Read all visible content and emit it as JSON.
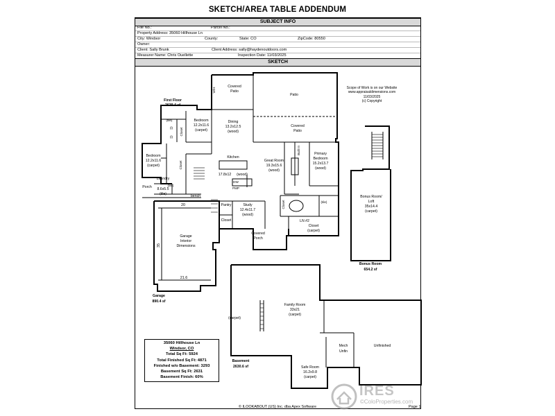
{
  "title": "SKETCH/AREA TABLE ADDENDUM",
  "subject_header": "SUBJECT INFO",
  "sketch_header": "SKETCH",
  "subject": {
    "file_no": "File No.:",
    "parcel_no": "Parcel No.:",
    "property_address": "Property Address: 35060 Hillhouse Ln",
    "city": "City: Windsor",
    "county": "County:",
    "state": "State: CO",
    "zip": "ZipCode: 80550",
    "owner": "Owner:",
    "client": "Client: Sally Brunk",
    "client_address": "Client Address: sally@haydenoutdoors.com",
    "measurer": "Measurer Name: Chris Ouellette",
    "inspection_date": "Inspection Date: 11/03/2025"
  },
  "scope_note": [
    "Scope of Work is on our Website",
    "www.appraisaldimensions.com",
    "11/03/2025",
    "(c) Copyright"
  ],
  "floor_labels": {
    "first_floor": [
      "First Floor",
      "2639.4 sf"
    ],
    "garage": [
      "Garage",
      "890.4 sf"
    ],
    "bonus": [
      "Bonus Room",
      "654.2 sf"
    ],
    "basement": [
      "Basement",
      "2630.6 sf"
    ]
  },
  "rooms": {
    "covered_patio_1": [
      "Covered",
      "Patio"
    ],
    "patio": [
      "Patio"
    ],
    "covered_patio_2": [
      "Covered",
      "Patio"
    ],
    "bedroom_1": [
      "Bedroom",
      "12.2x11.6",
      "(carpet)"
    ],
    "dining": [
      "Dining",
      "13.2x12.5",
      "(wood)"
    ],
    "bedroom_2": [
      "Bedroom",
      "12.2x11.6",
      "(carpet)"
    ],
    "kitchen": [
      "Kitchen",
      "17.8x12",
      "(wood)"
    ],
    "great_room": [
      "Great Room",
      "19.3x15.6",
      "(wood)"
    ],
    "primary_bedroom": [
      "Primary",
      "Bedroom",
      "15.2x13.7",
      "(wood)"
    ],
    "laundry": [
      "Laundry"
    ],
    "porch": [
      "Porch"
    ],
    "porch_dim": [
      "8.6x5.5",
      "(tile)"
    ],
    "bench": [
      "bench"
    ],
    "pantry": [
      "Pantry"
    ],
    "study": [
      "Study",
      "12.4x11.7",
      "(wood)"
    ],
    "closet_pantry": [
      "Closet"
    ],
    "ln2": [
      "LN #2"
    ],
    "closet_primary": [
      "Closet",
      "(carpet)"
    ],
    "covered_porch": [
      "Covered",
      "Porch"
    ],
    "garage": [
      "Garage",
      "Interior",
      "Dimensions"
    ],
    "bonus_room": [
      "Bonus Room/",
      "Loft",
      "35x14.4",
      "(carpet)"
    ],
    "family_room": [
      "Family Room",
      "33x21",
      "(carpet)"
    ],
    "basement_carpet": [
      "(carpet)"
    ],
    "mech": [
      "Mech",
      "Unfin"
    ],
    "unfinished": [
      "Unfinished"
    ],
    "safe_room": [
      "Safe Room",
      "16.2x9.8",
      "(carpet)"
    ]
  },
  "small_labels": {
    "tile_1": "(tile)",
    "tile_2": "(tile)",
    "tile_3": "(tile)",
    "closet_v": "Closet",
    "closet_v2": "Closet",
    "closet_v3": "Closet",
    "built_in": "Built In",
    "wh": "W/H",
    "dw": "DW",
    "pmp": "PMP",
    "garage_width": "20",
    "garage_depth": "35",
    "garage_bottom": "21.6",
    "l_left": "(l)",
    "l_left2": "(l)"
  },
  "summary": {
    "address": "35060 Hillhouse Ln",
    "city": "Windsor, CO",
    "total": "Total Sq Ft: 5924",
    "finished": "Total Finished Sq Ft: 4871",
    "finished_wo_basement": "Finished w/o Basement: 3293",
    "basement": "Basement Sq Ft: 2631",
    "basement_finish": "Basement Finish: 60%"
  },
  "footer": "© ILOOKABOUT (US) Inc. dba Apex Software",
  "page": "Page 1",
  "watermark": {
    "brand": "IRES",
    "site": "©ColoProperties.com"
  },
  "colors": {
    "header_bg": "#d9d9d9",
    "line": "#000000"
  }
}
